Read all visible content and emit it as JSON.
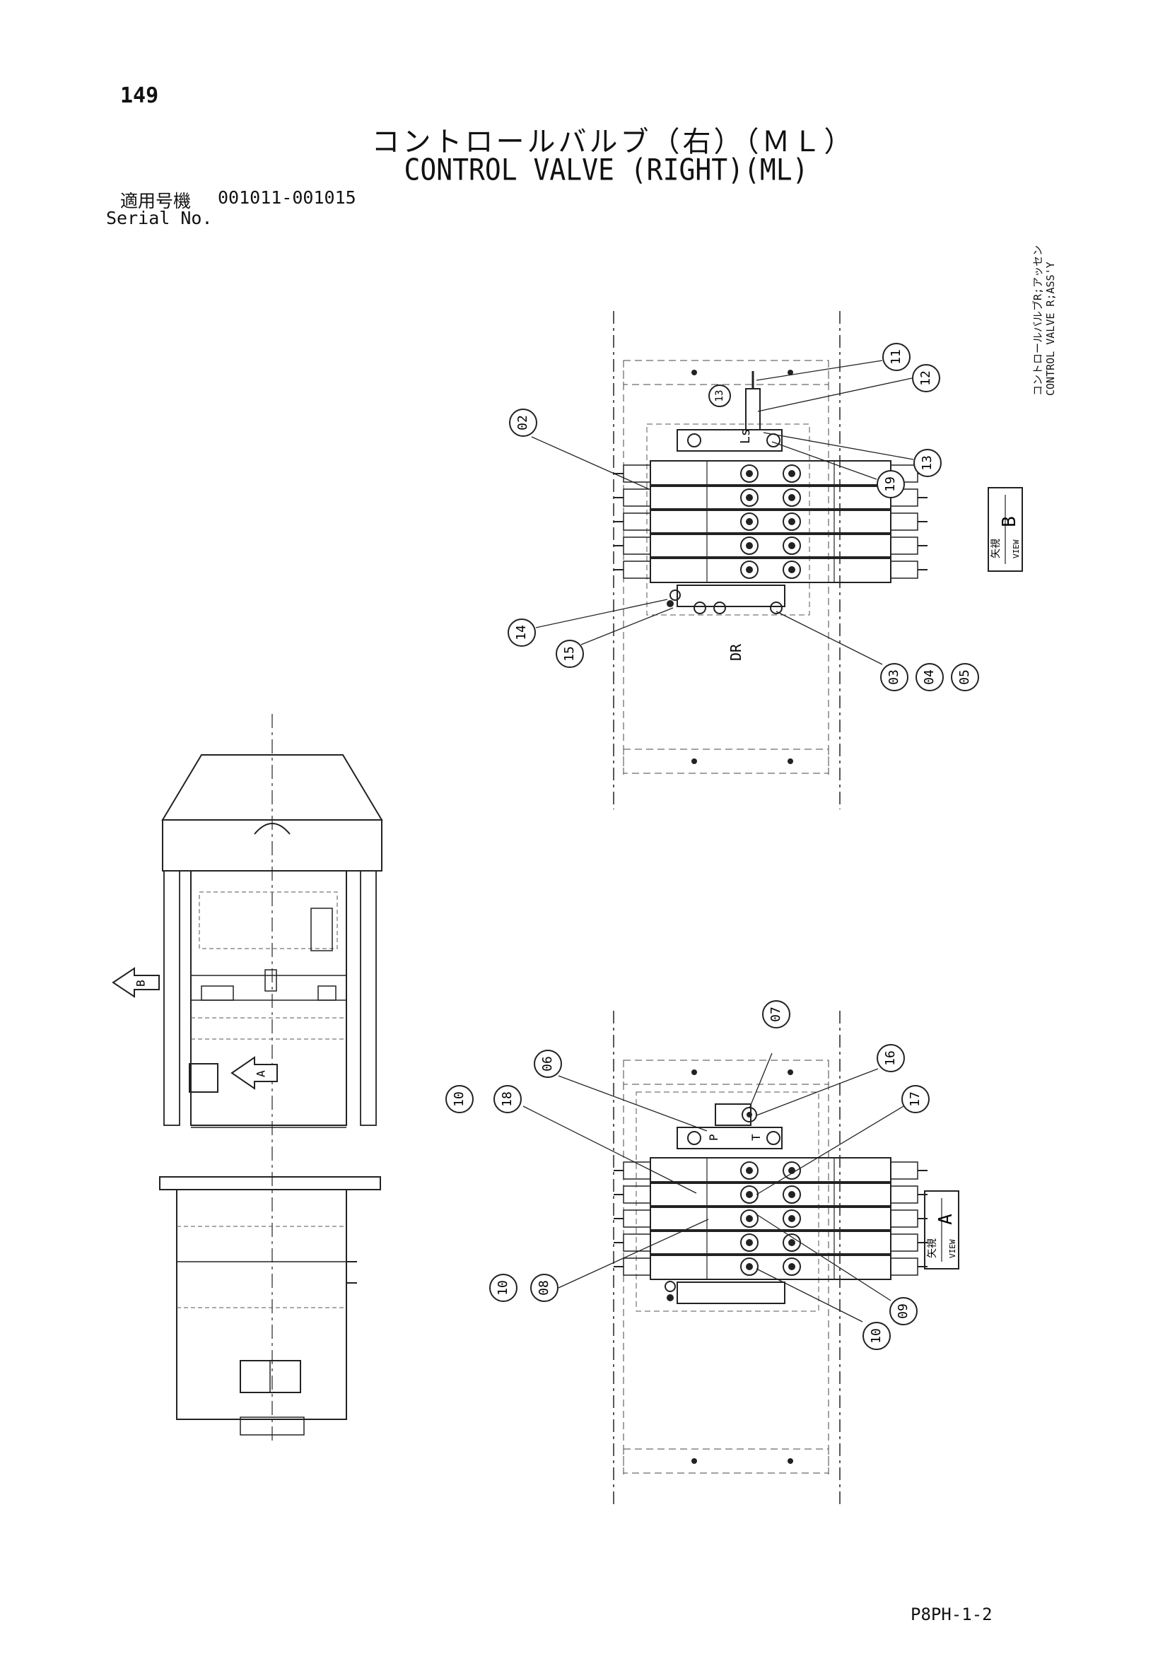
{
  "page": {
    "number": "149",
    "title_jp": "コントロールバルブ（右）（ＭＬ）",
    "title_en": "CONTROL VALVE (RIGHT)(ML)",
    "serial_label_jp": "適用号機",
    "serial_range": "001011-001015",
    "serial_label_en": "Serial No.",
    "side_note_jp": "コントロールバルブR;アッセン",
    "side_note_en": "CONTROL VALVE R;ASS'Y",
    "footer_code": "P8PH-1-2"
  },
  "view_b": {
    "badge_jp": "矢視",
    "badge_en": "VIEW",
    "badge_letter": "B",
    "port_label_ls": "Ls",
    "port_label_dr": "DR",
    "callouts": [
      "11",
      "12",
      "13",
      "13",
      "19",
      "02",
      "14",
      "15",
      "03",
      "04",
      "05"
    ]
  },
  "view_a": {
    "badge_jp": "矢視",
    "badge_en": "VIEW",
    "badge_letter": "A",
    "port_label_p": "P",
    "port_label_t": "T",
    "callouts": [
      "07",
      "16",
      "17",
      "06",
      "18",
      "10",
      "10",
      "08",
      "09",
      "10"
    ]
  },
  "overview": {
    "arrow_a": "A",
    "arrow_b": "B"
  }
}
